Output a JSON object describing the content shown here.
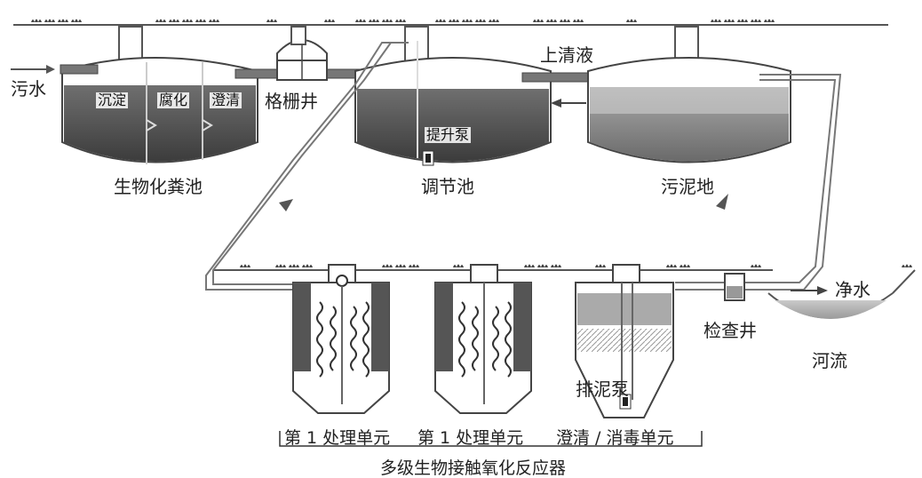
{
  "labels": {
    "sewage": "污水",
    "septic_tank": "生物化粪池",
    "sediment": "沉淀",
    "decompose": "腐化",
    "clarify": "澄清",
    "grille_well": "格栅井",
    "regulating_tank": "调节池",
    "lift_pump": "提升泵",
    "supernatant": "上清液",
    "sludge_field": "污泥地",
    "unit1": "第 1 处理单元",
    "unit2": "第 1 处理单元",
    "unit3": "澄清 / 消毒单元",
    "sludge_pump": "排泥泵",
    "inspection_well": "检查井",
    "clean_water": "净水",
    "river": "河流",
    "caption": "多级生物接触氧化反应器"
  }
}
